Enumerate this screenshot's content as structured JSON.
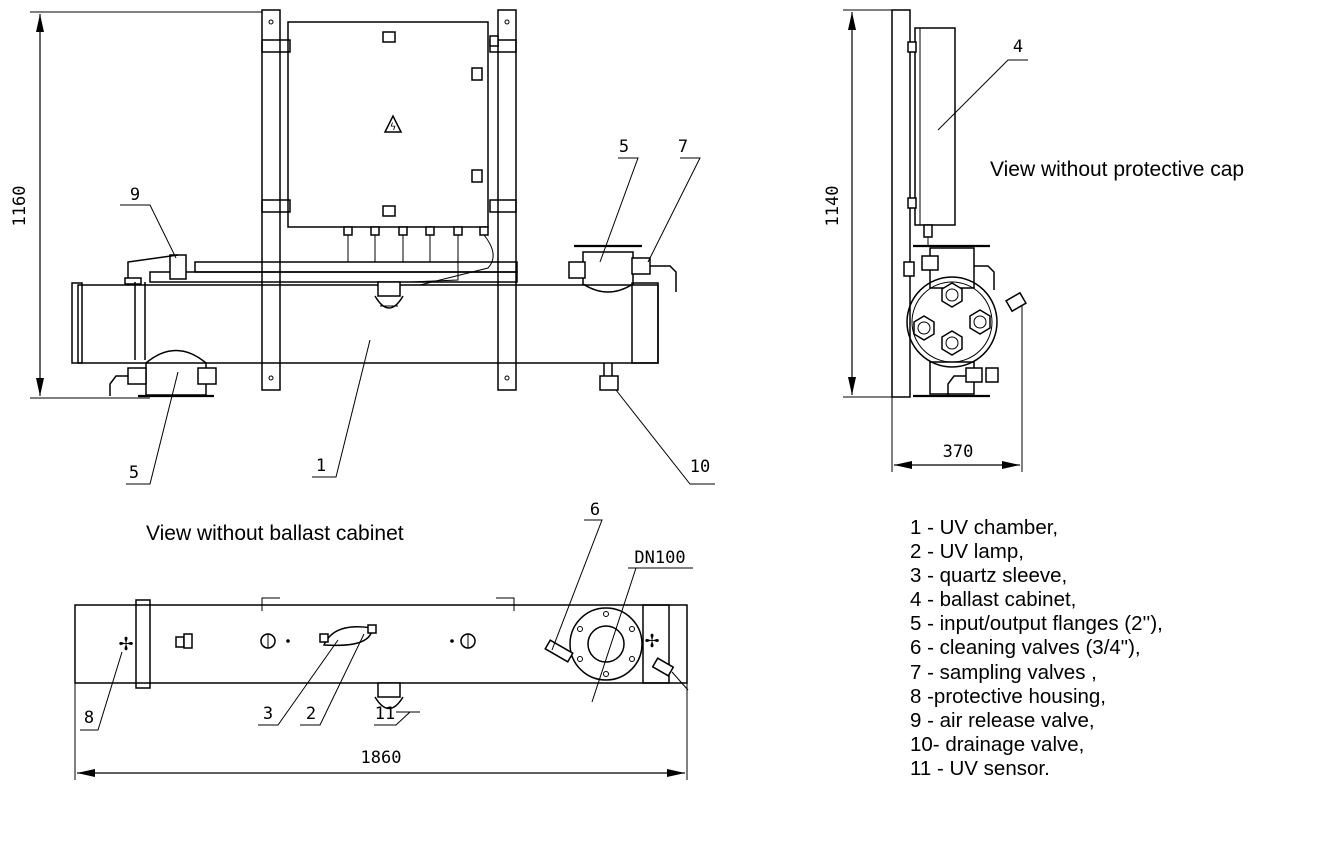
{
  "captions": {
    "front_without_cabinet": "View without  ballast  cabinet",
    "side_without_cap": "View without  protective cap"
  },
  "dimensions": {
    "front_height": "1160",
    "side_height": "1140",
    "side_depth": "370",
    "overall_length": "1860",
    "flange_size": "DN100"
  },
  "callouts": {
    "front": [
      "9",
      "5",
      "7",
      "5",
      "1",
      "10"
    ],
    "side": [
      "4"
    ],
    "bottom": [
      "6",
      "8",
      "3",
      "2",
      "11"
    ]
  },
  "legend": [
    "1 - UV  chamber,",
    "2 - UV lamp,",
    "3 - quartz sleeve,",
    "4 - ballast cabinet,",
    "5 - input/output flanges (2''),",
    "6 - cleaning valves (3/4\"),",
    "7 - sampling valves ,",
    "8 -protective housing,",
    "9 - air release valve,",
    "10- drainage valve,",
    "11 - UV sensor."
  ]
}
